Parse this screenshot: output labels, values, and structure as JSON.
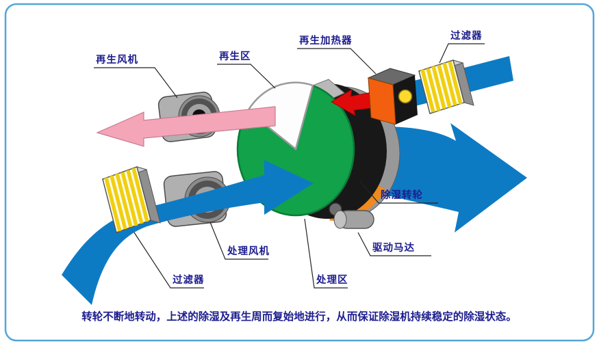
{
  "diagram": {
    "labels": {
      "regen_fan": "再生风机",
      "regen_zone": "再生区",
      "regen_heater": "再生加热器",
      "filter_top": "过滤器",
      "dehumidifier_rotor": "除湿转轮",
      "drive_motor": "驱动马达",
      "process_fan": "处理风机",
      "filter_bottom": "过滤器",
      "process_zone": "处理区"
    },
    "caption": "转轮不断地转动，上述的除湿及再生周而复始地进行，从而保证除湿机持续稳定的除湿状态。",
    "colors": {
      "airflow_blue": "#0d7bc4",
      "regen_exhaust_pink": "#f4a6b8",
      "hot_air_red": "#e00a0a",
      "rotor_green": "#12a24a",
      "heater_orange": "#f2600f",
      "rotor_glow_orange": "#f08a1e",
      "filter_yellow": "#f0cf10",
      "label_navy": "#1c1c8e",
      "border_blue": "#54a6d8"
    }
  }
}
